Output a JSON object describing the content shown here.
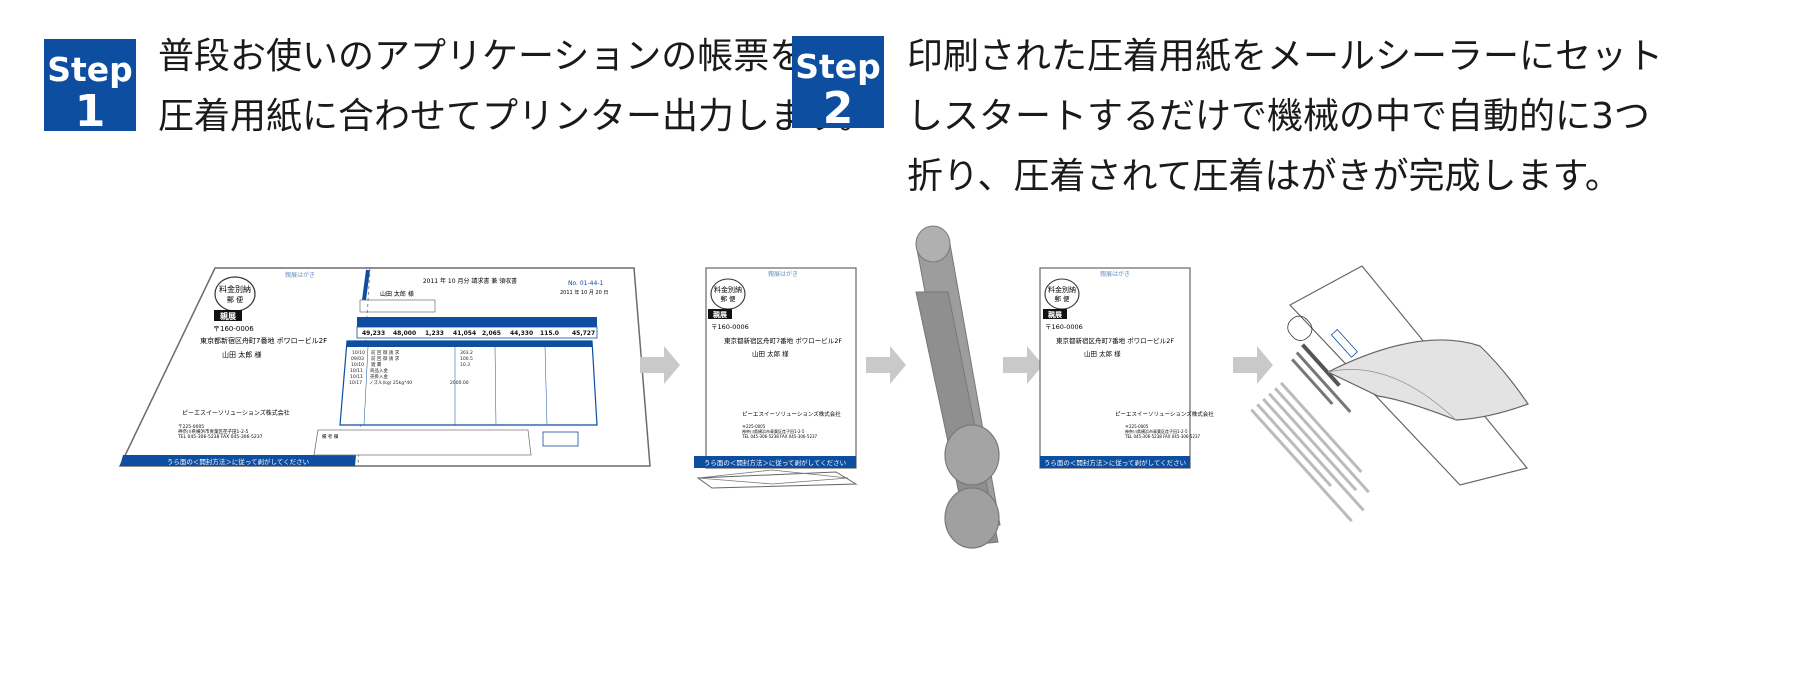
{
  "steps": [
    {
      "word": "Step",
      "number": "1",
      "lines": [
        "普段お使いのアプリケーションの帳票を",
        "圧着用紙に合わせてプリンター出力します。"
      ]
    },
    {
      "word": "Step",
      "number": "2",
      "lines": [
        "印刷された圧着用紙をメールシーラーにセット",
        "しスタートするだけで機械の中で自動的に3つ",
        "折り、圧着されて圧着はがきが完成します。"
      ]
    }
  ],
  "mailer": {
    "postage_top": "料金別納",
    "postage_bottom": "郵 便",
    "stamp": "親展",
    "header": "親展はがき",
    "zip": "〒160-0006",
    "address": "東京都新宿区舟町7番地 ポワロービル2F",
    "recipient": "山田 太郎 様",
    "company": "ピーエスイーソリューションズ株式会社",
    "company_zip": "〒225-0005",
    "company_addr": "神奈川県横浜市青葉区荏子田1-2-5",
    "company_tel": "TEL 045-306-5238 FAX 045-306-5237",
    "footer_band": "うら面の＜開封方法＞に従って剥がしてください"
  },
  "invoice": {
    "title": "2011 年 10 月分 請求書 兼 領収書",
    "doc_no": "No. 01-44-1",
    "date": "2011 年 10 月 20 日",
    "customer": "山田 太郎 様",
    "summary_values": [
      "49,233",
      "48,000",
      "1,233",
      "41,054",
      "2,065",
      "44,330",
      "115.0",
      "45,727"
    ],
    "rows": [
      {
        "date": "10/10",
        "desc": "前 回 御 請 求",
        "amount": "303.2"
      },
      {
        "date": "09/03",
        "desc": "前 回 御 請 求",
        "amount": "100.5"
      },
      {
        "date": "10/10",
        "desc": "雑 費",
        "amount": "10.3"
      },
      {
        "date": "10/11",
        "desc": "商品入金",
        "amount": ""
      },
      {
        "date": "10/11",
        "desc": "売掛入金",
        "amount": ""
      },
      {
        "date": "10/17",
        "desc": "ノズル(kg) 25kg*40",
        "amount": "2000.00"
      }
    ],
    "notes_label": "備 考 欄"
  },
  "colors": {
    "accent": "#0d4ea1",
    "arrow": "#c9c9c9",
    "roller": "#9d9d9d"
  }
}
